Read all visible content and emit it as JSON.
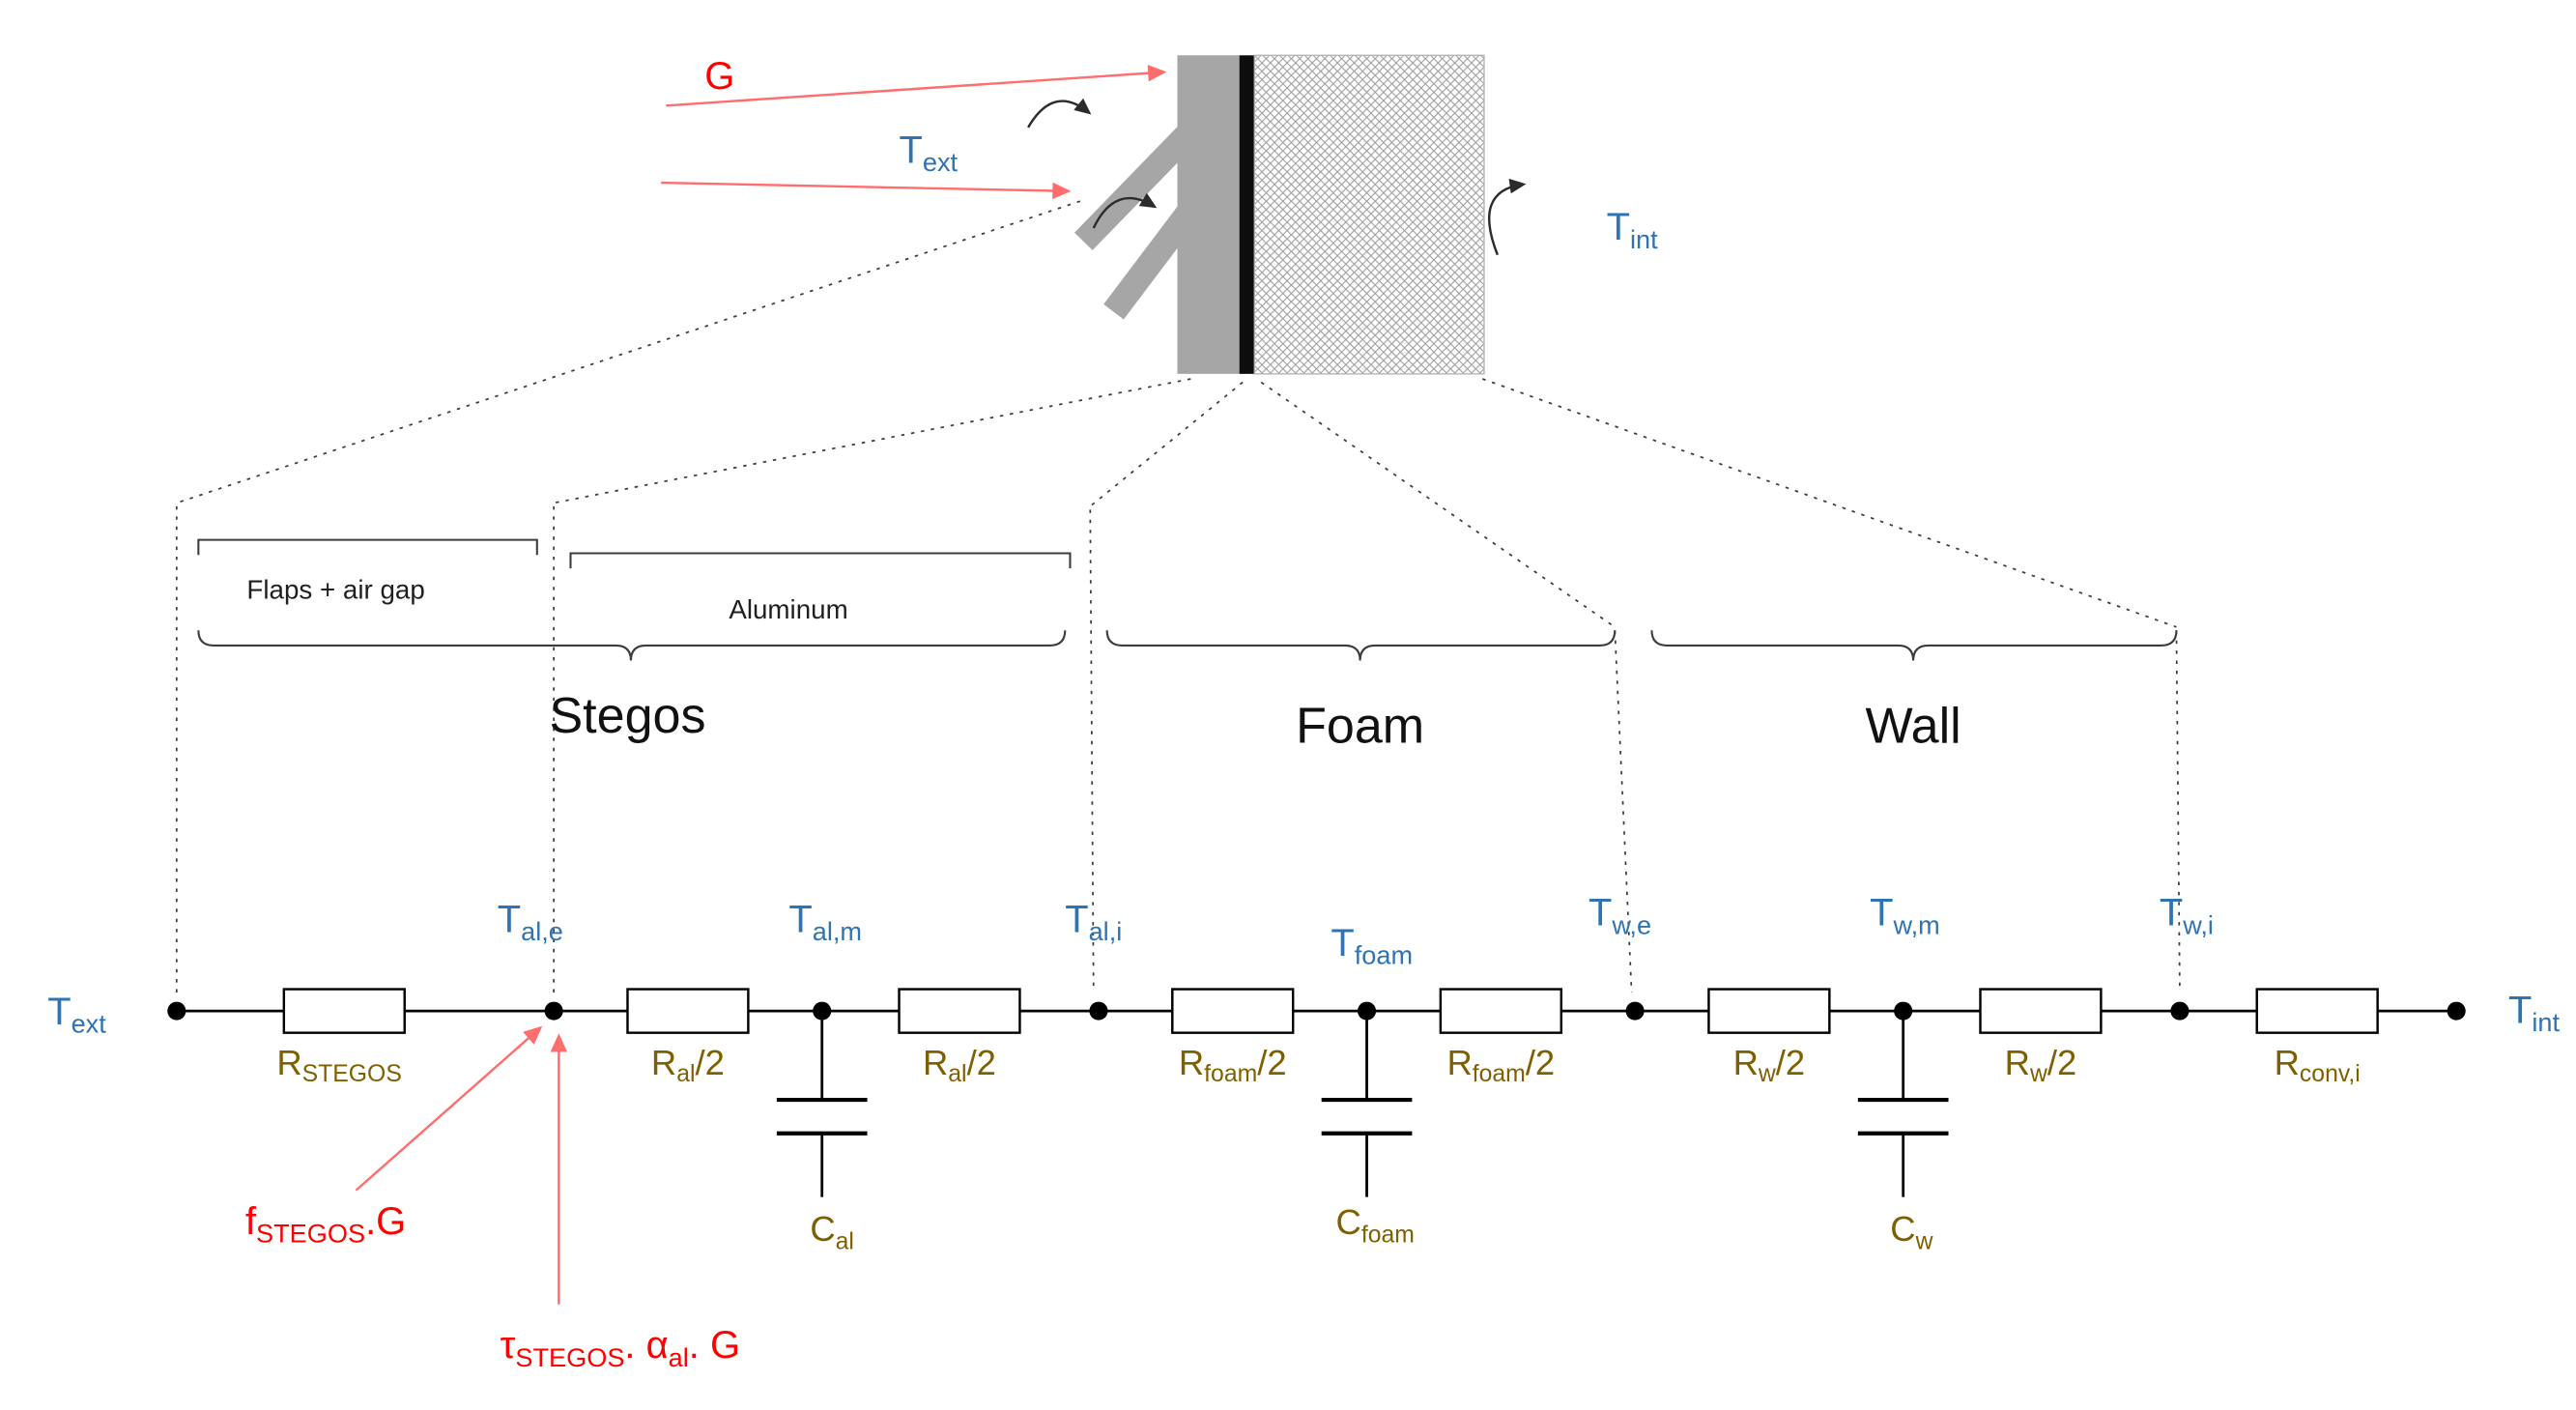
{
  "colors": {
    "node_label_blue": "#2E74B5",
    "component_label_olive": "#7F6000",
    "annotation_red": "#FF0000",
    "arrow_red": "#FF6D6D",
    "stegos_gray": "#A6A6A6"
  },
  "schematic": {
    "irradiance_label": "G",
    "t_ext": {
      "main": "T",
      "sub": "ext"
    },
    "t_int": {
      "main": "T",
      "sub": "int"
    }
  },
  "groups": {
    "flaps_air_gap": "Flaps + air gap",
    "aluminum": "Aluminum",
    "stegos": "Stegos",
    "foam": "Foam",
    "wall": "Wall"
  },
  "circuit": {
    "t_ext": {
      "main": "T",
      "sub": "ext"
    },
    "t_int": {
      "main": "T",
      "sub": "int"
    },
    "nodes": [
      {
        "main": "T",
        "sub": "al,e"
      },
      {
        "main": "T",
        "sub": "al,m"
      },
      {
        "main": "T",
        "sub": "al,i"
      },
      {
        "main": "T",
        "sub": "foam"
      },
      {
        "main": "T",
        "sub": "w,e"
      },
      {
        "main": "T",
        "sub": "w,m"
      },
      {
        "main": "T",
        "sub": "w,i"
      }
    ],
    "resistors": [
      {
        "main": "R",
        "sub": "STEGOS",
        "suffix": ""
      },
      {
        "main": "R",
        "sub": "al",
        "suffix": "/2"
      },
      {
        "main": "R",
        "sub": "al",
        "suffix": "/2"
      },
      {
        "main": "R",
        "sub": "foam",
        "suffix": "/2"
      },
      {
        "main": "R",
        "sub": "foam",
        "suffix": "/2"
      },
      {
        "main": "R",
        "sub": "w",
        "suffix": "/2"
      },
      {
        "main": "R",
        "sub": "w",
        "suffix": "/2"
      },
      {
        "main": "R",
        "sub": "conv,i",
        "suffix": ""
      }
    ],
    "capacitors": [
      {
        "main": "C",
        "sub": "al"
      },
      {
        "main": "C",
        "sub": "foam"
      },
      {
        "main": "C",
        "sub": "w"
      }
    ]
  },
  "annotations": {
    "absorbed_flux": {
      "main": "f",
      "sub": "STEGOS",
      "suffix": ".G"
    },
    "transmitted_flux": {
      "parts": [
        {
          "text": "τ"
        },
        {
          "text": "STEGOS",
          "sub": true
        },
        {
          "text": ". α"
        },
        {
          "text": "al",
          "sub": true
        },
        {
          "text": ". G"
        }
      ]
    }
  }
}
